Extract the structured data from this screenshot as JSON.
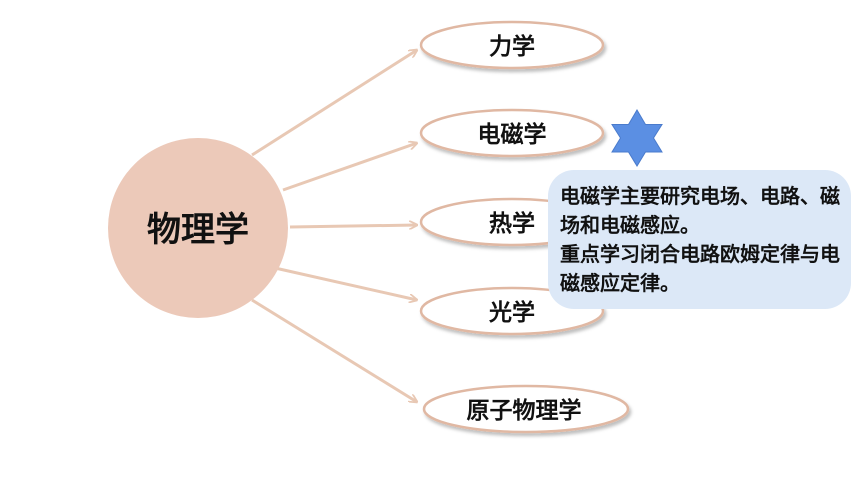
{
  "center": {
    "label": "物理学"
  },
  "branches": [
    {
      "label": "力学"
    },
    {
      "label": "电磁学"
    },
    {
      "label": "热学"
    },
    {
      "label": "光学"
    },
    {
      "label": "原子物理学"
    }
  ],
  "callout": {
    "line1": "电磁学主要研究电场、电路、磁场和电磁感应。",
    "line2": "重点学习闭合电路欧姆定律与电磁感应定律。"
  },
  "colors": {
    "center_fill": "#ecc9b9",
    "arrow": "#e8c8b4",
    "ellipse_stroke": "#e0b8a3",
    "star_fill": "#5b8fe3",
    "callout_bg": "#dce8f7"
  }
}
